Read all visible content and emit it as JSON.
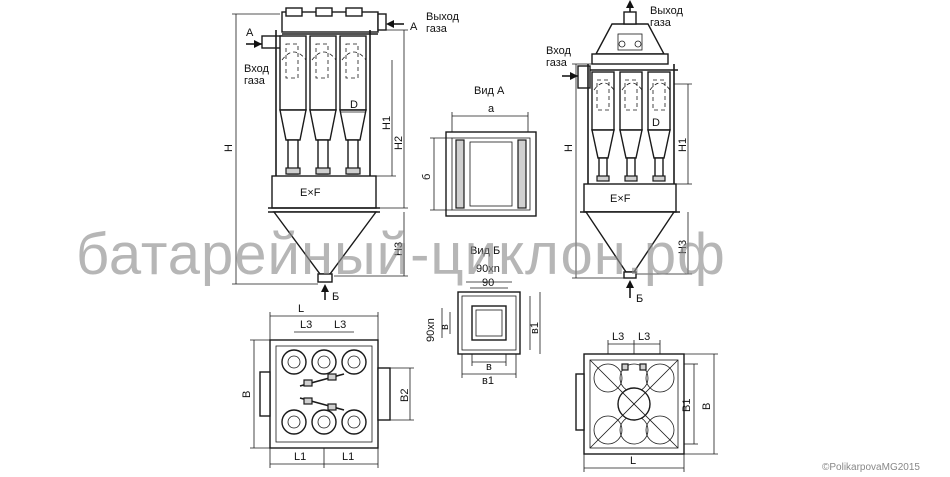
{
  "watermark": "батарейный-циклон.рф",
  "copyright": "©PolikarpovaMG2015",
  "front_view": {
    "gas_outlet": [
      "Выход",
      "газа"
    ],
    "gas_inlet": [
      "Вход",
      "газа"
    ],
    "section_mark": "А",
    "dim_H": "H",
    "dim_H1": "H1",
    "dim_H2": "H2",
    "dim_H3": "H3",
    "dim_D": "D",
    "box_size": "E×F",
    "view_mark": "Б"
  },
  "side_view": {
    "gas_outlet": [
      "Выход",
      "газа"
    ],
    "gas_inlet": [
      "Вход",
      "газа"
    ],
    "dim_H": "H",
    "dim_H1": "H1",
    "dim_H3": "H3",
    "dim_D": "D",
    "box_size": "E×F",
    "view_mark": "Б"
  },
  "view_a": {
    "title": "Вид А",
    "dim_a": "а",
    "dim_b": "б"
  },
  "view_b": {
    "title": "Вид Б",
    "dim_90xn_top": "90хn",
    "dim_90": "90",
    "dim_90xn_side": "90хn",
    "dim_v": "в",
    "dim_v1": "в1",
    "dim_v_bottom": "в",
    "dim_v1_bottom": "в1"
  },
  "plan_left": {
    "dim_L": "L",
    "dim_L3_a": "L3",
    "dim_L3_b": "L3",
    "dim_B": "B",
    "dim_B2": "B2",
    "dim_L1_a": "L1",
    "dim_L1_b": "L1"
  },
  "plan_right": {
    "dim_L3_a": "L3",
    "dim_L3_b": "L3",
    "dim_B1": "B1",
    "dim_B": "B",
    "dim_L": "L"
  }
}
